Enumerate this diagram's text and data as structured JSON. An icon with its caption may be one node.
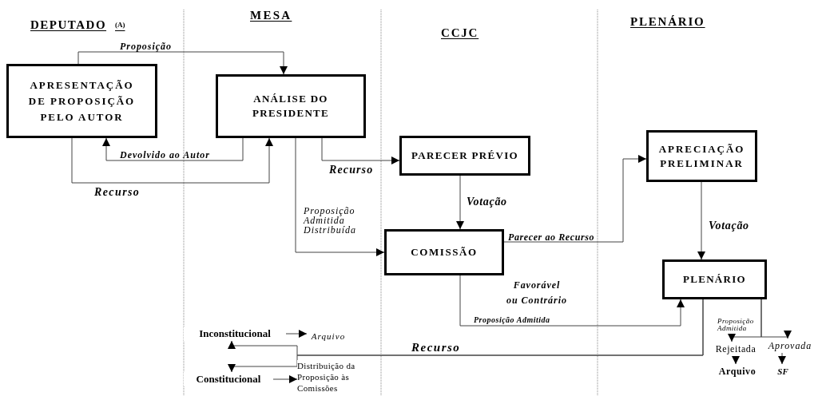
{
  "diagram": {
    "nodes": [
      {
        "text": [
          "APRESENTAÇÃO DE PROPOSIÇÃO PELO AUTOR"
        ]
      },
      {
        "text": [
          "ANÁLISE DO PRESIDENTE"
        ]
      },
      {
        "text": [
          "PARECER PRÉVIO"
        ]
      },
      {
        "text": [
          "APRECIAÇÃO PRELIMINAR"
        ]
      },
      {
        "text": [
          "COMISSÃO"
        ]
      },
      {
        "text": [
          "PLENÁRIO"
        ]
      },
      {
        "text": [
          "Inconstitucional"
        ]
      },
      {
        "text": [
          "Arquivo"
        ]
      },
      {
        "text": [
          "Constitucional"
        ]
      },
      {
        "text": [
          "Distribuição da Proposição às Comissões"
        ]
      },
      {
        "text": [
          "Rejeitada"
        ]
      },
      {
        "text": [
          "Aprovada"
        ]
      },
      {
        "text": [
          "Arquivo"
        ]
      },
      {
        "text": [
          "SF"
        ]
      }
    ],
    "edges": [
      {
        "from": 0,
        "to": 1,
        "arrow": "to",
        "label": "Proposição"
      },
      {
        "from": 1,
        "to": 0,
        "arrow": "to",
        "label": "Devolvido ao Autor"
      },
      {
        "from": 0,
        "to": 1,
        "arrow": "to",
        "label": "Recurso"
      },
      {
        "from": 1,
        "to": 2,
        "arrow": "to",
        "label": "Recurso"
      },
      {
        "from": 1,
        "to": 4,
        "arrow": "to",
        "label": "Proposição Admitida Distribuída"
      },
      {
        "from": 2,
        "to": 4,
        "arrow": "to",
        "label": "Votação"
      },
      {
        "from": 4,
        "to": 3,
        "arrow": "to",
        "label": "Parecer ao Recurso"
      },
      {
        "from": 3,
        "to": 5,
        "arrow": "to",
        "label": "Votação"
      },
      {
        "from": 4,
        "to": 5,
        "arrow": "to",
        "label": "Proposição Admitida"
      },
      {
        "from": 5,
        "to": 6,
        "arrow": "to",
        "label": "Recurso"
      },
      {
        "from": 5,
        "to": 8,
        "arrow": "to"
      },
      {
        "from": 6,
        "to": 7,
        "arrow": "to"
      },
      {
        "from": 8,
        "to": 9,
        "arrow": "to"
      },
      {
        "from": 5,
        "to": 10,
        "arrow": "to",
        "label": "Proposição Admitida"
      },
      {
        "from": 5,
        "to": 11,
        "arrow": "to"
      },
      {
        "from": 10,
        "to": 12,
        "arrow": "to"
      },
      {
        "from": 11,
        "to": 13,
        "arrow": "to"
      }
    ],
    "labels": [
      "DEPUTADO",
      "(A)",
      "MESA",
      "CCJC",
      "PLENÁRIO",
      "Favorável ou Contrário"
    ]
  }
}
